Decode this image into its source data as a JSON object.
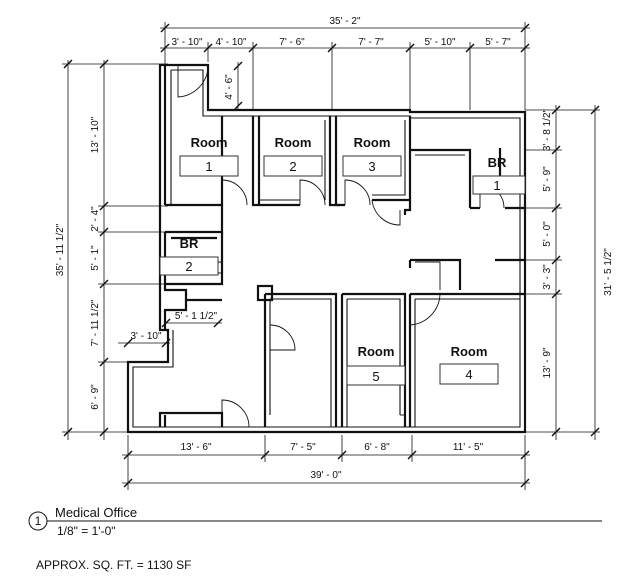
{
  "drawing": {
    "title": "Medical Office",
    "view_number": "1",
    "scale": "1/8\" = 1'-0\"",
    "area_note": "APPROX. SQ. FT. = 1130 SF"
  },
  "rooms": [
    {
      "label": "Room",
      "number": "1"
    },
    {
      "label": "Room",
      "number": "2"
    },
    {
      "label": "Room",
      "number": "3"
    },
    {
      "label": "BR",
      "number": "1"
    },
    {
      "label": "BR",
      "number": "2"
    },
    {
      "label": "Room",
      "number": "5"
    },
    {
      "label": "Room",
      "number": "4"
    }
  ],
  "dimensions": {
    "top_overall": "35' - 2\"",
    "top_segments": [
      "3' - 10\"",
      "4' - 10\"",
      "7' - 6\"",
      "7' - 7\"",
      "5' - 10\"",
      "5' - 7\""
    ],
    "top_small": "4' - 6\"",
    "left_overall": "35' - 11 1/2\"",
    "left_segments": [
      "13' - 10\"",
      "2' - 4\"",
      "5' - 1\"",
      "7' - 11 1/2\"",
      "6' - 9\""
    ],
    "right_overall": "31' - 5 1/2\"",
    "right_segments": [
      "3' - 8 1/2\"",
      "5' - 9\"",
      "5' - 0\"",
      "3' - 3\"",
      "13' - 9\""
    ],
    "bottom_overall": "39' - 0\"",
    "bottom_segments": [
      "13' - 6\"",
      "7' - 5\"",
      "6' - 8\"",
      "11' - 5\""
    ],
    "interior_a": "5' - 1 1/2\"",
    "interior_b": "3' - 10\""
  }
}
